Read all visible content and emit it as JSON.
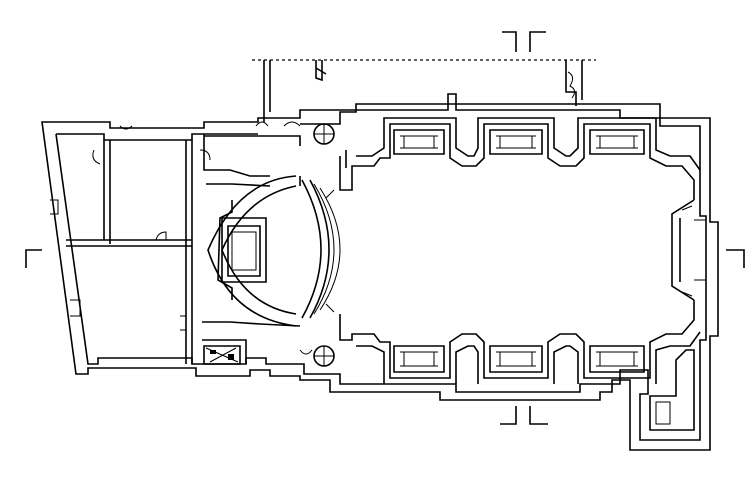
{
  "diagram": {
    "type": "architectural-floor-plan",
    "colors": {
      "line": "#000000",
      "background": "#ffffff"
    },
    "section_markers": [
      "north",
      "south",
      "west",
      "east"
    ],
    "chapels": {
      "north_side": 3,
      "south_side": 3
    }
  }
}
